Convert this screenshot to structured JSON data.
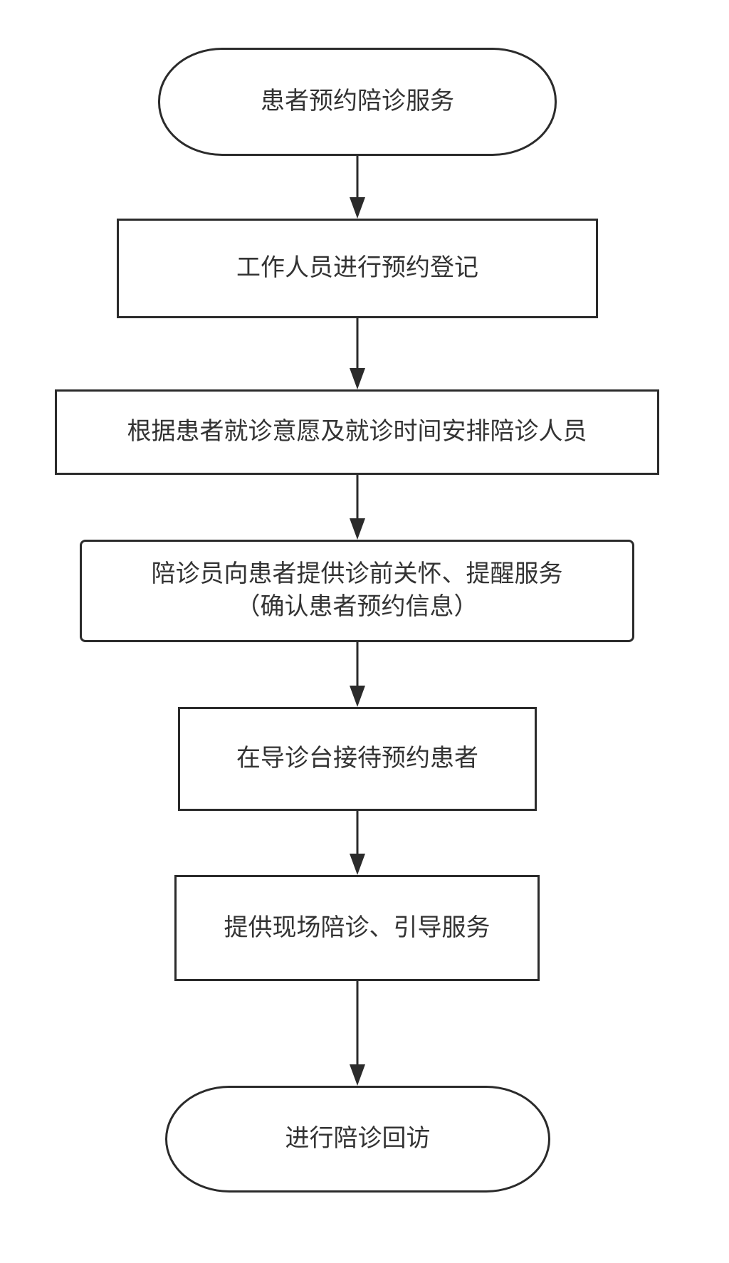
{
  "diagram": {
    "type": "flowchart",
    "direction": "top-to-bottom",
    "stroke_color": "#2b2b2b",
    "text_color": "#333333",
    "background": "#ffffff",
    "nodes": [
      {
        "id": "n1",
        "shape": "terminal",
        "label": "患者预约陪诊服务"
      },
      {
        "id": "n2",
        "shape": "process",
        "label": "工作人员进行预约登记"
      },
      {
        "id": "n3",
        "shape": "process",
        "label": "根据患者就诊意愿及就诊时间安排陪诊人员"
      },
      {
        "id": "n4",
        "shape": "process-rounded",
        "label": "陪诊员向患者提供诊前关怀、提醒服务\n（确认患者预约信息）"
      },
      {
        "id": "n5",
        "shape": "process",
        "label": "在导诊台接待预约患者"
      },
      {
        "id": "n6",
        "shape": "process",
        "label": "提供现场陪诊、引导服务"
      },
      {
        "id": "n7",
        "shape": "terminal",
        "label": "进行陪诊回访"
      }
    ],
    "edges": [
      {
        "from": "n1",
        "to": "n2"
      },
      {
        "from": "n2",
        "to": "n3"
      },
      {
        "from": "n3",
        "to": "n4"
      },
      {
        "from": "n4",
        "to": "n5"
      },
      {
        "from": "n5",
        "to": "n6"
      },
      {
        "from": "n6",
        "to": "n7"
      }
    ]
  }
}
